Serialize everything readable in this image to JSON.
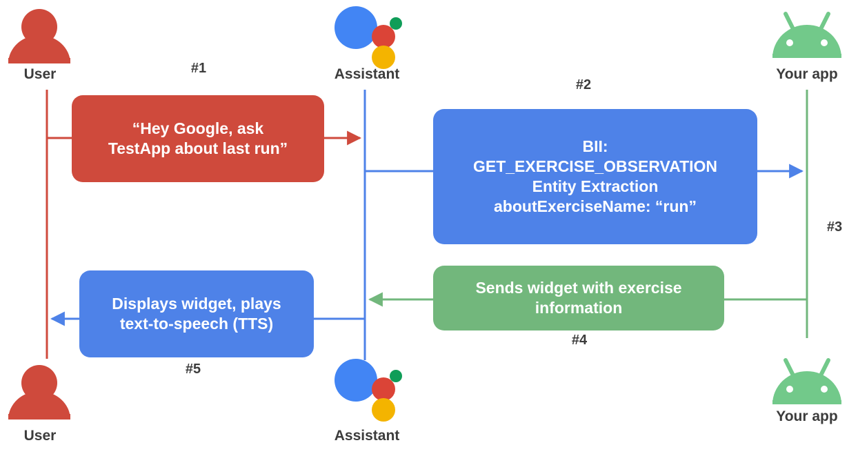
{
  "diagram": {
    "title": "Google Assistant App Actions sequence diagram",
    "colors": {
      "red": "#cf4a3c",
      "blue": "#4e82e8",
      "green": "#72b77c",
      "assistant_blue": "#4285f4",
      "assistant_red": "#db4437",
      "assistant_yellow": "#f4b400",
      "assistant_green": "#0f9d58",
      "android_green": "#72c98a",
      "text": "#3c3c3c",
      "background": "#ffffff"
    }
  },
  "actors": {
    "user_top": {
      "label": "User",
      "icon": "user-icon"
    },
    "assistant_top": {
      "label": "Assistant",
      "icon": "google-assistant-icon"
    },
    "app_top": {
      "label": "Your app",
      "icon": "android-icon"
    },
    "user_bottom": {
      "label": "User",
      "icon": "user-icon"
    },
    "assistant_bottom": {
      "label": "Assistant",
      "icon": "google-assistant-icon"
    },
    "app_bottom": {
      "label": "Your app",
      "icon": "android-icon"
    }
  },
  "steps": [
    {
      "id": "step-1",
      "number": "#1"
    },
    {
      "id": "step-2",
      "number": "#2"
    },
    {
      "id": "step-3",
      "number": "#3"
    },
    {
      "id": "step-4",
      "number": "#4"
    },
    {
      "id": "step-5",
      "number": "#5"
    }
  ],
  "messages": {
    "msg1": {
      "color": "red",
      "lines": [
        "“Hey Google, ask",
        "TestApp about last run”"
      ],
      "text": "“Hey Google, ask TestApp about last run”"
    },
    "msg2": {
      "color": "blue",
      "lines": [
        "BII:",
        "GET_EXERCISE_OBSERVATION",
        "Entity Extraction",
        "aboutExerciseName: “run”"
      ],
      "line1": "BII:",
      "line2": "GET_EXERCISE_OBSERVATION",
      "line3": "Entity Extraction",
      "line4": "aboutExerciseName: “run”"
    },
    "msg4": {
      "color": "green",
      "lines": [
        "Sends widget with exercise",
        "information"
      ],
      "text": "Sends widget with exercise information"
    },
    "msg5": {
      "color": "blue",
      "lines": [
        "Displays widget, plays",
        "text-to-speech (TTS)"
      ],
      "text": "Displays widget, plays text-to-speech (TTS)"
    }
  }
}
